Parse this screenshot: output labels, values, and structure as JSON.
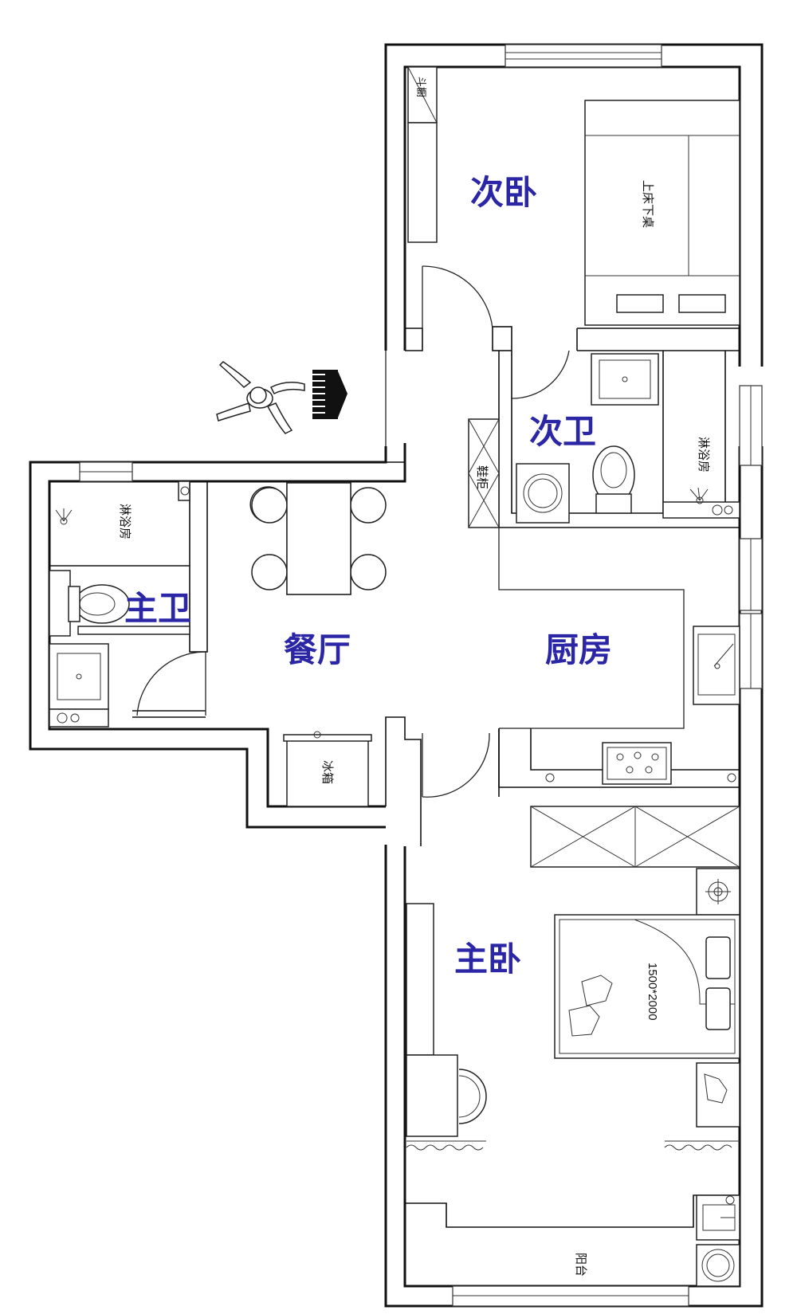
{
  "rooms": {
    "second_bedroom": "次卧",
    "second_bathroom": "次卫",
    "master_bathroom": "主卫",
    "dining_room": "餐厅",
    "kitchen": "厨房",
    "master_bedroom": "主卧"
  },
  "labels": {
    "closet": "斗橱",
    "loft_bed": "上床下桌",
    "shower_second": "淋浴房",
    "shower_master": "淋浴房",
    "shoe_cabinet": "鞋柜",
    "fridge": "冰箱",
    "bed_size": "1500*2000",
    "balcony": "阳台"
  },
  "colors": {
    "room_label": "#2a26a6",
    "wall": "#111111",
    "background": "#ffffff"
  },
  "icons": {
    "entrance_arrow": "arrow-right-icon",
    "person": "person-walking-icon"
  }
}
